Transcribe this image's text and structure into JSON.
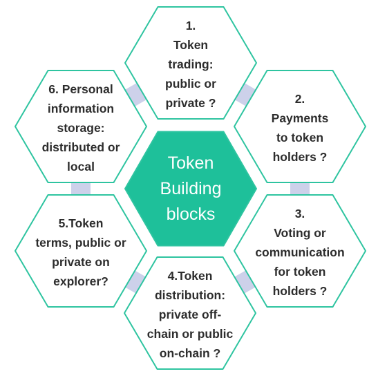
{
  "colors": {
    "hex_outline": "#2ec4a0",
    "hex_fill": "#ffffff",
    "center_fill": "#1ec09a",
    "center_text": "#ffffff",
    "connector": "#cdd1ea",
    "text": "#2d2d2d"
  },
  "center": {
    "lines": [
      "Token",
      "Building",
      "blocks"
    ]
  },
  "blocks": [
    {
      "lines": [
        "1.",
        "Token",
        "trading:",
        "public or",
        "private ?"
      ]
    },
    {
      "lines": [
        "2.",
        "Payments",
        "to token",
        "holders ?"
      ]
    },
    {
      "lines": [
        "3.",
        "Voting or",
        "communication",
        "for token",
        "holders ?"
      ]
    },
    {
      "lines": [
        "4.Token",
        "distribution:",
        "private off-",
        "chain or public",
        "on-chain ?"
      ]
    },
    {
      "lines": [
        "5.Token",
        "terms, public or",
        "private on",
        "explorer?"
      ]
    },
    {
      "lines": [
        "6. Personal",
        "information",
        "storage:",
        "distributed or",
        "local"
      ]
    }
  ]
}
